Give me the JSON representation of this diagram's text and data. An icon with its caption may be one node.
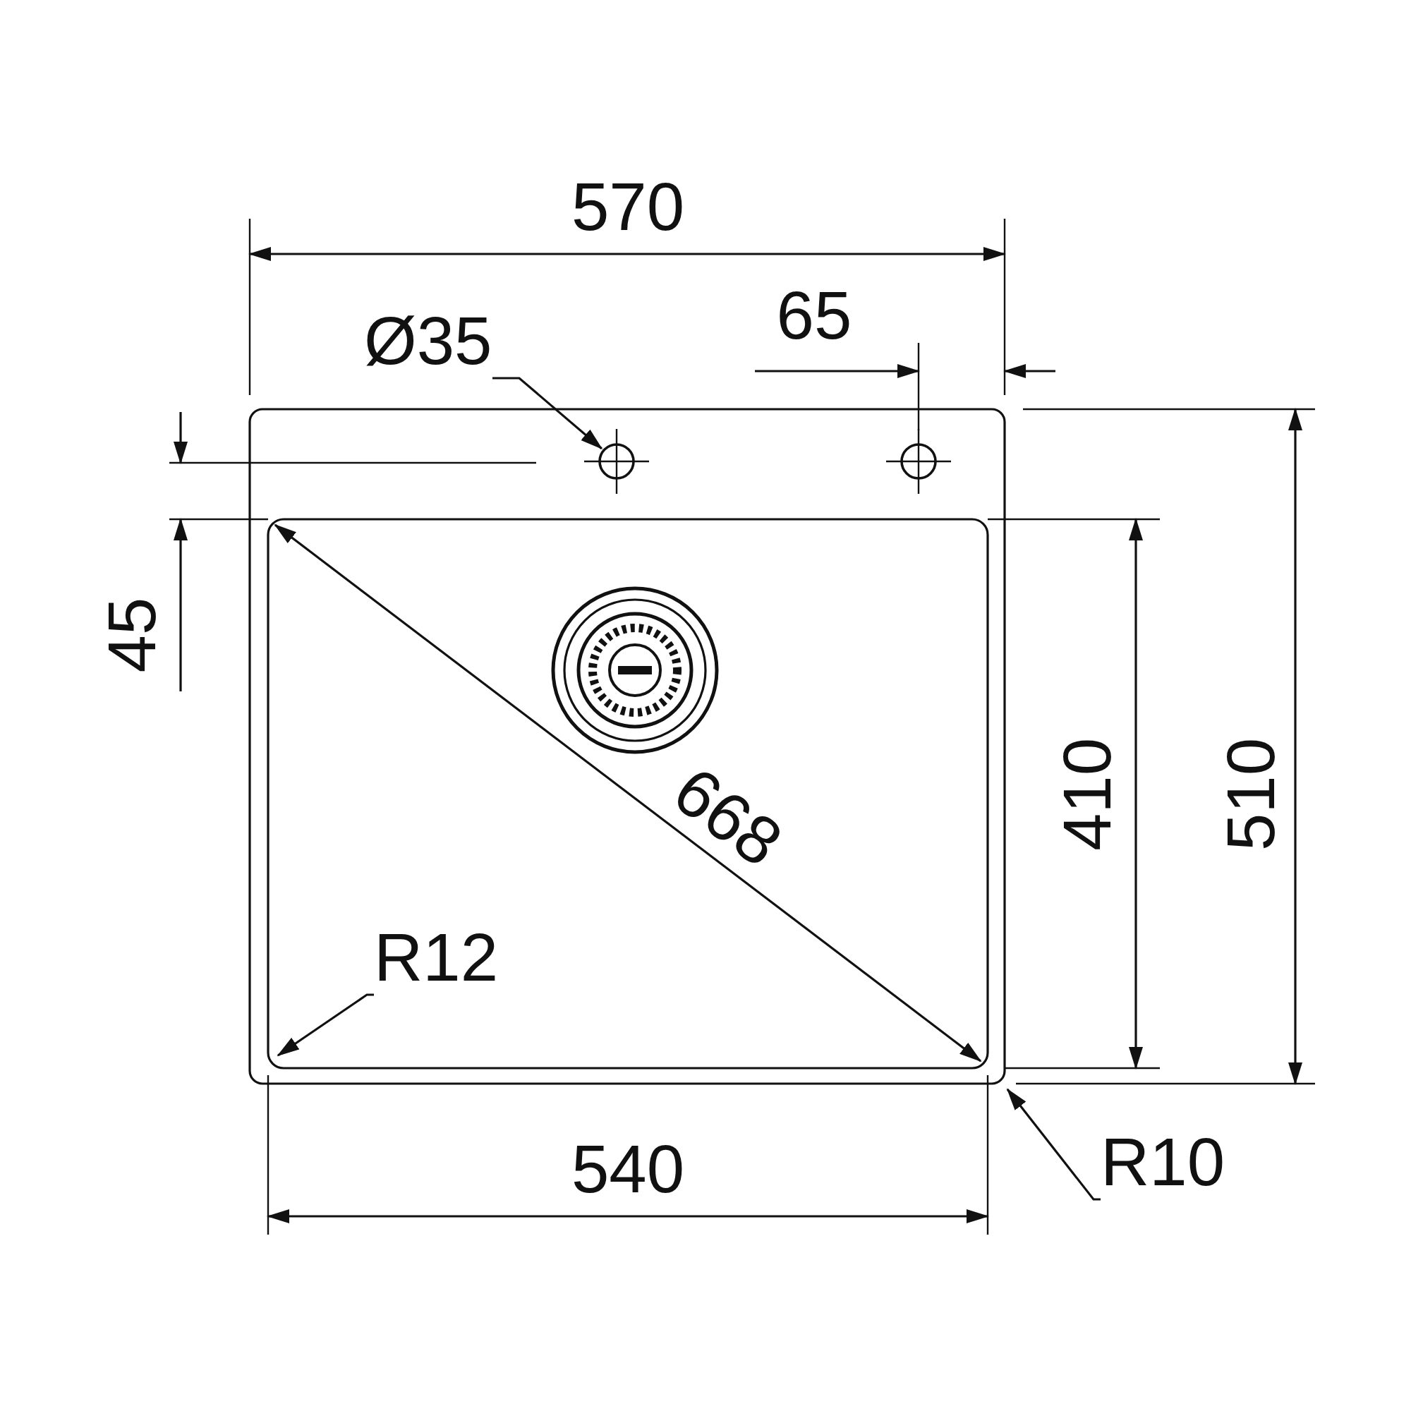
{
  "diagram": {
    "nodes": [
      {
        "text": [
          "Ø35"
        ]
      },
      {
        "text": [],
        "shape": "circle"
      },
      {
        "text": [],
        "shape": "circle"
      },
      {
        "text": [
          "R12"
        ]
      },
      {
        "text": [
          "R10"
        ]
      }
    ],
    "edges": [
      {
        "from": 0,
        "to": 1,
        "arrow": "to"
      },
      {
        "from": 3,
        "to": null,
        "arrow": "to"
      },
      {
        "from": 4,
        "to": null,
        "arrow": "to"
      }
    ],
    "labels": [
      "570",
      "65",
      "45",
      "668",
      "410",
      "510",
      "540"
    ]
  }
}
